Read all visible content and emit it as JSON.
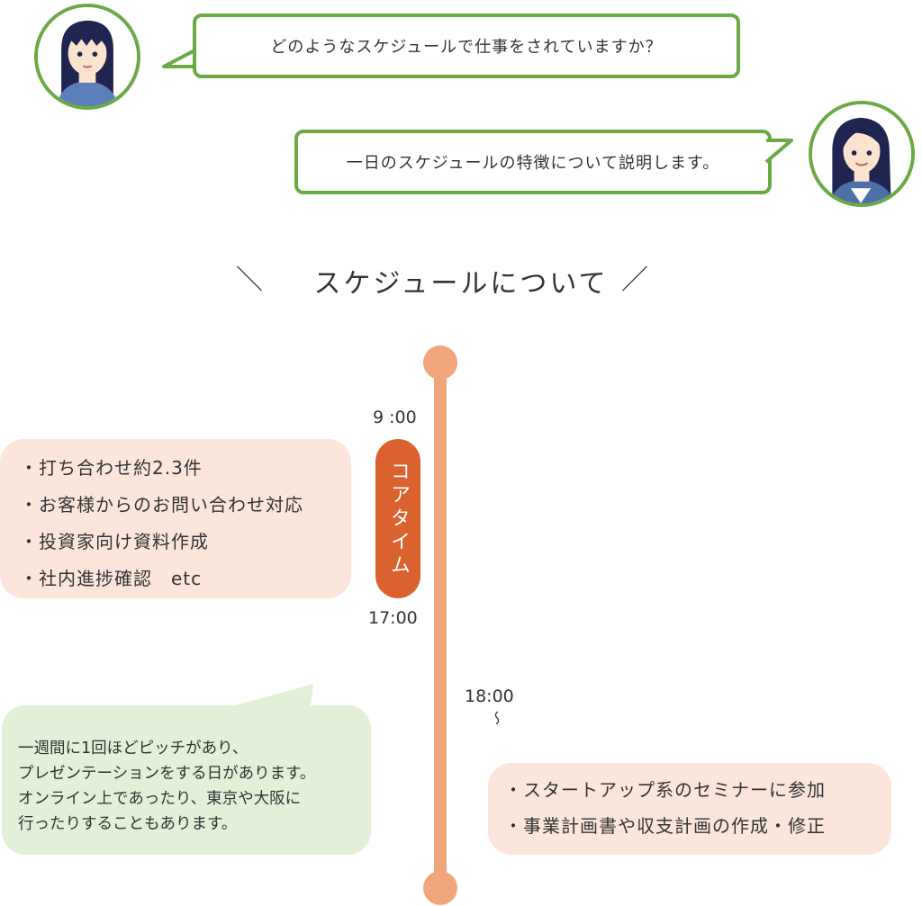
{
  "dialogue": {
    "question": "どのようなスケジュールで仕事をされていますか？",
    "answer": "一日のスケジュールの特徴について説明します。"
  },
  "section": {
    "title": "スケジュールについて",
    "slash_left": "＼",
    "slash_right": "／"
  },
  "timeline": {
    "start_time": "9 :00",
    "core_label": "コアタイム",
    "core_end_time": "17:00",
    "evening_time": "18:00",
    "evening_mark": "〜"
  },
  "core_tasks": [
    "・打ち合わせ約2.3件",
    "・お客様からのお問い合わせ対応",
    "・投資家向け資料作成",
    "・社内進捗確認　etc"
  ],
  "note_lines": [
    "一週間に1回ほどピッチがあり、",
    "プレゼンテーションをする日があります。",
    "オンライン上であったり、東京や大阪に",
    "行ったりすることもあります。"
  ],
  "evening_tasks": [
    "・スタートアップ系のセミナーに参加",
    "・事業計画書や収支計画の作成・修正"
  ],
  "colors": {
    "bubble_border": "#6aaa45",
    "timeline": "#f0a57c",
    "core_pill": "#d9622e",
    "peach_box": "#fce6db",
    "green_box": "#e2f0d8"
  }
}
